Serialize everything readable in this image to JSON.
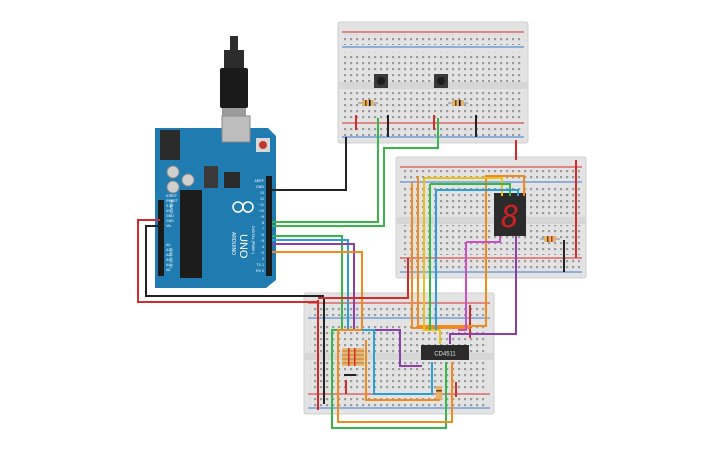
{
  "arduino": {
    "brand": "ARDUINO",
    "model": "UNO",
    "header_labels": [
      "AREF",
      "GND",
      "13",
      "12",
      "~11",
      "~10",
      "~9",
      "8",
      "7",
      "~6",
      "~5",
      "4",
      "~3",
      "2",
      "TX 1",
      "RX 0"
    ],
    "power_labels": [
      "IOREF",
      "RESET",
      "3.3V",
      "5V",
      "GND",
      "GND",
      "Vin"
    ],
    "analog_labels": [
      "A0",
      "A1",
      "A2",
      "A3",
      "A4",
      "A5"
    ],
    "side_labels": {
      "digital": "DIGITAL (PWM~)",
      "power": "POWER",
      "analog": "ANALOG IN"
    }
  },
  "decoder_chip": {
    "label": "CD4511"
  },
  "seven_segment": {
    "digit": "8"
  },
  "colors": {
    "board_blue": "#1f7bb0",
    "breadboard": "#e3e3e3",
    "wire_red": "#d42a2a",
    "wire_black": "#222222",
    "wire_green": "#39b54a",
    "wire_orange": "#f08a1c",
    "wire_blue": "#2a9fd6",
    "wire_purple": "#8d3fa8",
    "wire_magenta": "#c94fc4",
    "wire_yellow": "#e8c21a"
  },
  "icons": [
    "usb-cable-icon",
    "pushbutton-icon",
    "resistor-icon",
    "seven-segment-display-icon",
    "ic-chip-icon"
  ]
}
